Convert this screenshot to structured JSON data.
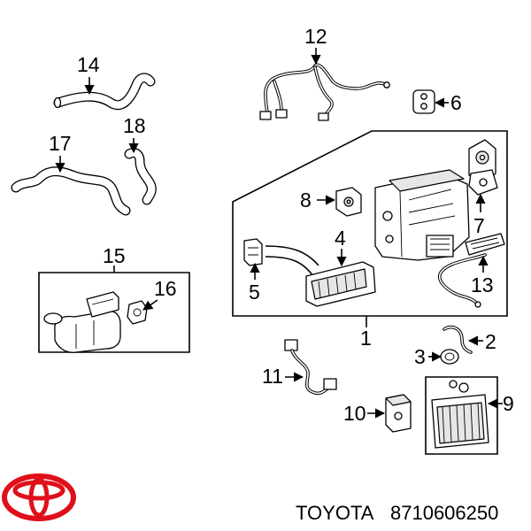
{
  "diagram": {
    "callouts": [
      "1",
      "2",
      "3",
      "4",
      "5",
      "6",
      "7",
      "8",
      "9",
      "10",
      "11",
      "12",
      "13",
      "14",
      "15",
      "16",
      "17",
      "18"
    ]
  },
  "footer": {
    "brand": "TOYOTA",
    "part_number": "8710606250",
    "logo": "toyota-logo"
  }
}
